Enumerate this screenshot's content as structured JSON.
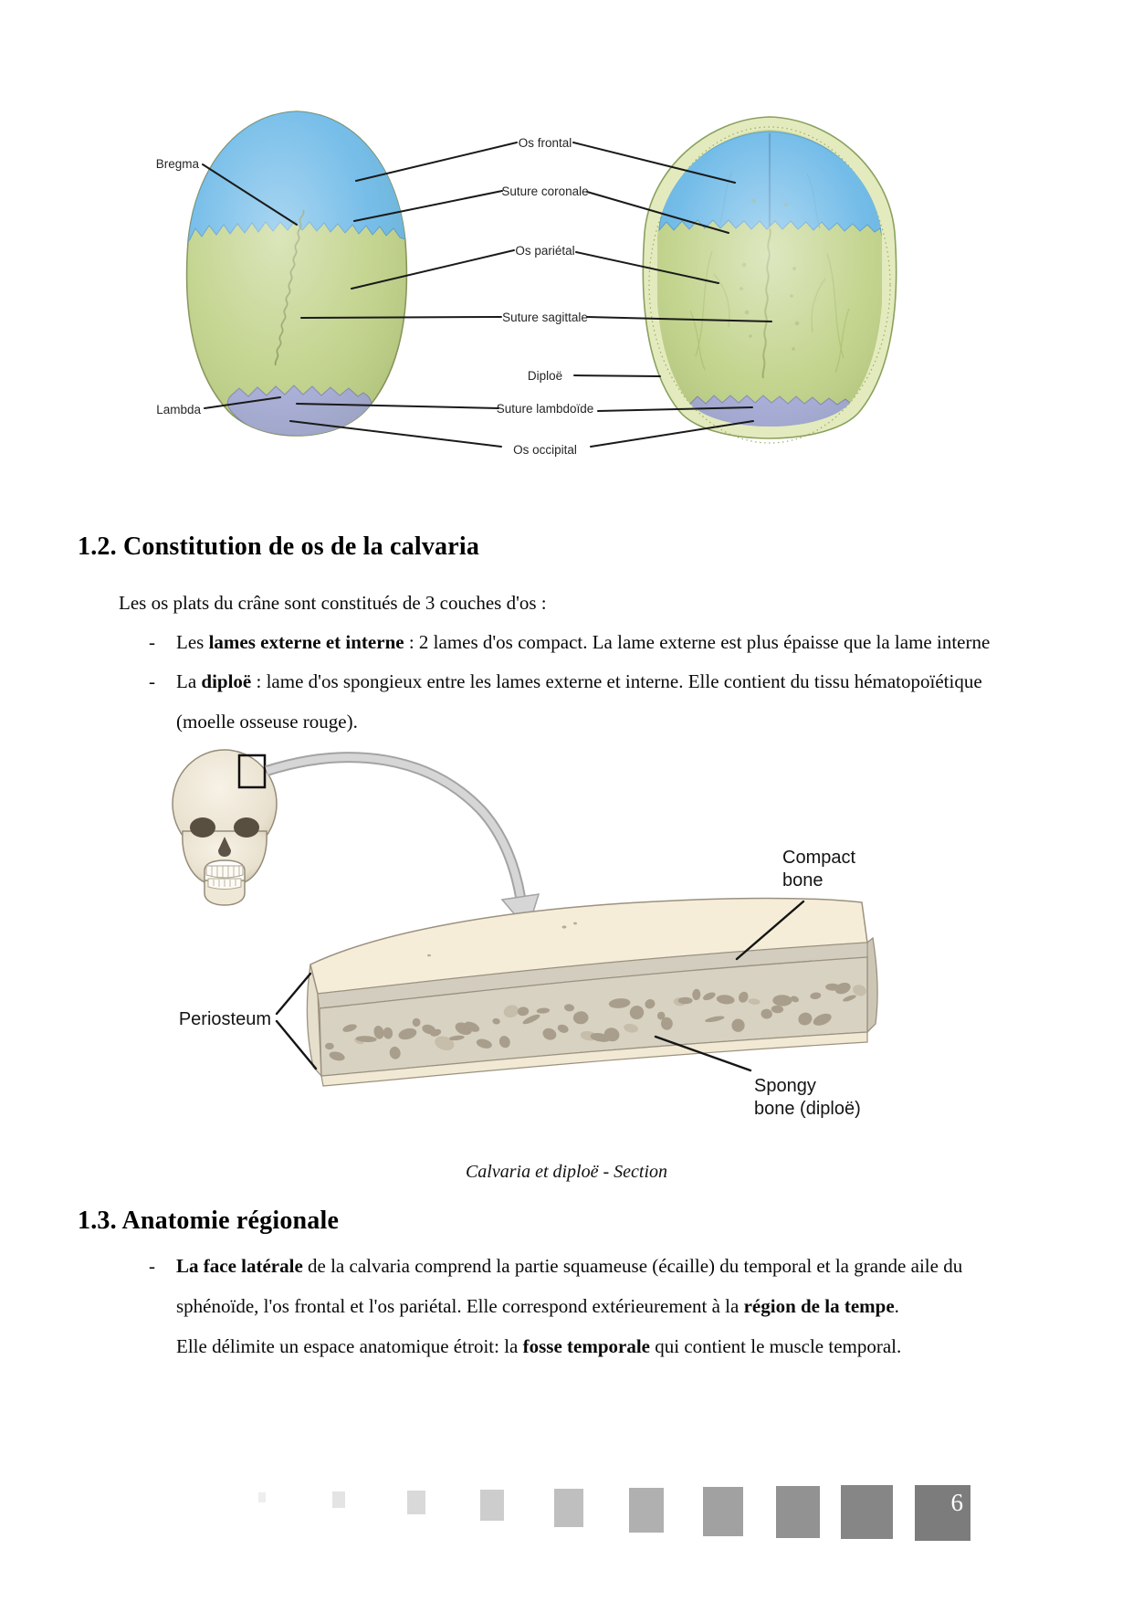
{
  "figure1": {
    "left_labels": {
      "bregma": "Bregma",
      "lambda": "Lambda"
    },
    "center_labels": {
      "os_frontal": "Os frontal",
      "suture_coronale": "Suture coronale",
      "os_parietal": "Os pariétal",
      "suture_sagittale": "Suture sagittale",
      "diploe": "Diploë",
      "suture_lambdoide": "Suture lambdoïde",
      "os_occipital": "Os occipital"
    },
    "colors": {
      "frontal": "#64b5e6",
      "parietal": "#bdd083",
      "occipital": "#a2a8d8",
      "ring": "#e3ebbe"
    }
  },
  "section_12": {
    "title": "1.2. Constitution de os de la calvaria",
    "intro": "Les os plats du crâne sont constitués de 3 couches d'os :",
    "bullet1": {
      "dash": "-",
      "pre": "Les ",
      "bold": "lames externe et interne",
      "post": " : 2 lames d'os compact. La lame externe est plus épaisse que la lame interne"
    },
    "bullet2": {
      "dash": "-",
      "pre": "La ",
      "bold": "diploë",
      "post": " : lame d'os spongieux entre les lames externe et interne. Elle contient du tissu hématopoïétique",
      "post2": "(moelle osseuse rouge)."
    }
  },
  "figure2": {
    "labels": {
      "periosteum": "Periosteum",
      "compact1": "Compact",
      "compact2": "bone",
      "spongy1": "Spongy",
      "spongy2": "bone (diploë)"
    },
    "colors": {
      "compact": "#f6edd8",
      "section_bg": "#d8d2c3",
      "hole": "#a89e8b"
    },
    "caption": "Calvaria et diploë - Section"
  },
  "section_13": {
    "title": "1.3. Anatomie régionale",
    "bullet": {
      "dash": "-",
      "seg1": "La face latérale",
      "seg2": " de la calvaria comprend la partie squameuse (écaille) du temporal et la grande aile du",
      "seg3": "sphénoïde, l'os frontal et l'os pariétal. Elle correspond extérieurement à la ",
      "seg4": "région de la tempe",
      "seg5": ".",
      "seg6": "Elle délimite un espace anatomique étroit: la ",
      "seg7": "fosse temporale",
      "seg8": " qui contient le muscle temporal."
    }
  },
  "footer": {
    "page_number": "6"
  }
}
